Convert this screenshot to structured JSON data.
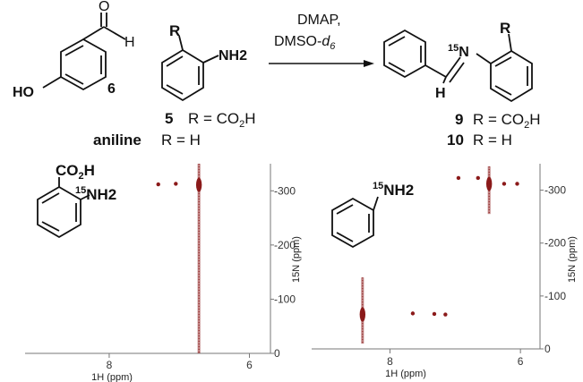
{
  "reaction": {
    "reagent_line1": "DMAP,",
    "reagent_line2_prefix": "DMSO-",
    "reagent_line2_italic": "d",
    "reagent_line2_sub": "6",
    "aldehyde": {
      "O": "O",
      "H": "H",
      "HO": "HO",
      "number": "6"
    },
    "amine": {
      "R": "R",
      "NH2": "NH2",
      "label_5": "5",
      "label_5_text": "R = CO",
      "label_5_sub": "2",
      "label_5_end": "H",
      "label_aniline": "aniline",
      "label_aniline_text": "R = H"
    },
    "product": {
      "R": "R",
      "iso": "15",
      "N": "N",
      "H": "H",
      "label_9": "9",
      "label_9_text": "R = CO",
      "label_9_sub": "2",
      "label_9_end": "H",
      "label_10": "10",
      "label_10_text": "R = H"
    }
  },
  "spectra_structures": {
    "left": {
      "co2h": "CO",
      "co2h_sub": "2",
      "co2h_end": "H",
      "iso": "15",
      "nh2": "NH2"
    },
    "right": {
      "iso": "15",
      "nh2": "NH2"
    }
  },
  "chart_data": [
    {
      "type": "scatter",
      "xlabel": "1H (ppm)",
      "ylabel": "15N (ppm)",
      "x_ticks": [
        "8",
        "6"
      ],
      "y_ticks": [
        "-300",
        "-200",
        "-100",
        "0"
      ],
      "xlim": [
        9.2,
        5.7
      ],
      "ylim": [
        0,
        -350
      ],
      "points": [
        {
          "x": 6.72,
          "y": -311
        },
        {
          "x": 7.3,
          "y": -312
        },
        {
          "x": 7.05,
          "y": -313
        }
      ],
      "streak": {
        "x": 6.72,
        "from": -350,
        "to": 0
      }
    },
    {
      "type": "scatter",
      "xlabel": "1H (ppm)",
      "ylabel": "15N (ppm)",
      "x_ticks": [
        "8",
        "6"
      ],
      "y_ticks": [
        "-300",
        "-200",
        "-100",
        "0"
      ],
      "xlim": [
        9.2,
        5.7
      ],
      "ylim": [
        0,
        -350
      ],
      "points": [
        {
          "x": 8.42,
          "y": -65
        },
        {
          "x": 7.65,
          "y": -67
        },
        {
          "x": 7.32,
          "y": -66
        },
        {
          "x": 7.15,
          "y": -65
        },
        {
          "x": 6.95,
          "y": -323
        },
        {
          "x": 6.65,
          "y": -323
        },
        {
          "x": 6.48,
          "y": -312
        },
        {
          "x": 6.25,
          "y": -312
        },
        {
          "x": 6.05,
          "y": -312
        }
      ],
      "streaks": [
        {
          "x": 8.42,
          "from": -135,
          "to": -10
        },
        {
          "x": 6.48,
          "from": -345,
          "to": -255
        }
      ]
    }
  ]
}
